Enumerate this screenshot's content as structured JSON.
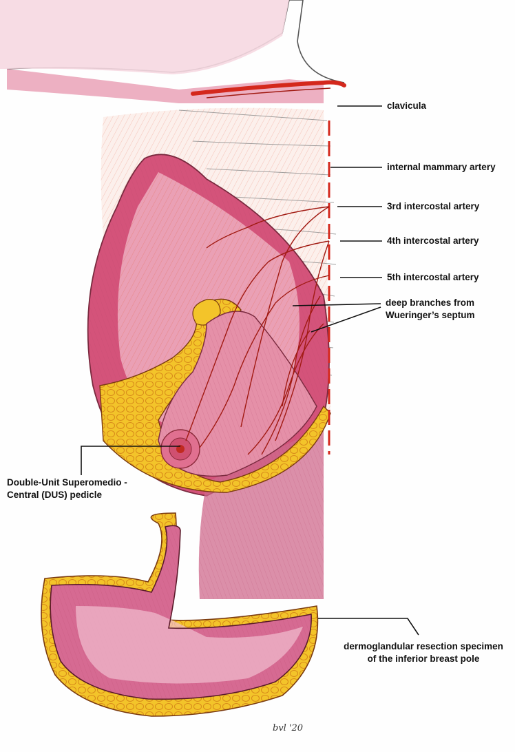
{
  "labels": {
    "clavicula": "clavicula",
    "internal_mammary_artery": "internal mammary artery",
    "intercostal_3": "3rd intercostal artery",
    "intercostal_4": "4th intercostal artery",
    "intercostal_5": "5th intercostal artery",
    "deep_branches_line1": "deep branches from",
    "deep_branches_line2": "Wueringer’s septum",
    "dus_line1": "Double-Unit Superomedio -",
    "dus_line2": "Central (DUS) pedicle",
    "specimen_line1": "dermoglandular resection specimen",
    "specimen_line2": "of the inferior breast pole"
  },
  "signature": "bvl '20",
  "colors": {
    "skin_pink": "#c8476e",
    "light_pink": "#f2c5d3",
    "artery_red": "#d4281c",
    "muscle_red": "#e36a55",
    "fat_yellow": "#f0c21c",
    "fat_orange": "#e0901c",
    "leader_line": "#111111"
  }
}
